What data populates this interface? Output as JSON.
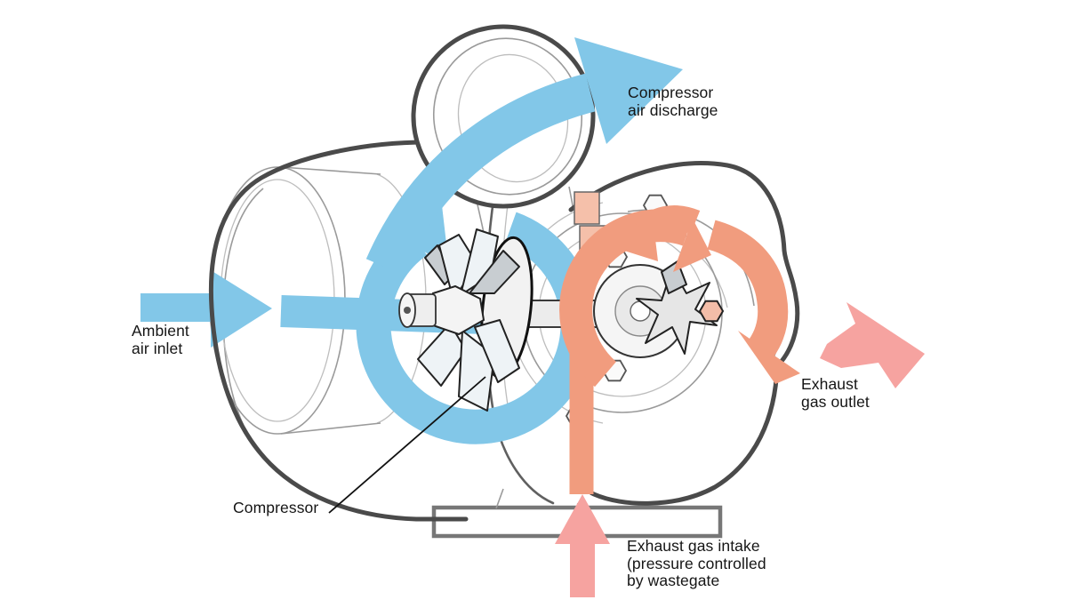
{
  "labels": {
    "compressor_air_discharge": "Compressor\nair discharge",
    "ambient_air_inlet": "Ambient\nair inlet",
    "exhaust_gas_outlet": "Exhaust\ngas outlet",
    "compressor": "Compressor",
    "exhaust_gas_intake": "Exhaust gas intake\n(pressure controlled\nby wastegate"
  },
  "colors": {
    "compressed_air": "#82c7e8",
    "exhaust_gas": "#f19c7e",
    "exhaust_gas_light": "#f6a3a0",
    "line_art_dark": "#4a4a4a",
    "line_art_light": "#9a9a9a",
    "metal_fill": "#ececec",
    "text": "#151515",
    "background": "#ffffff"
  },
  "arrows": {
    "ambient_air_inlet_arrow": "compressed-air flow entering inducer",
    "compressor_loop_arrow": "air spiraling through compressor wheel",
    "compressor_discharge_arrow": "compressed air leaving volute",
    "exhaust_intake_arrow": "exhaust gas entering turbine",
    "exhaust_loop_arrow": "exhaust spiraling through turbine wheel",
    "exhaust_outlet_arrow": "exhaust gas leaving turbine"
  }
}
